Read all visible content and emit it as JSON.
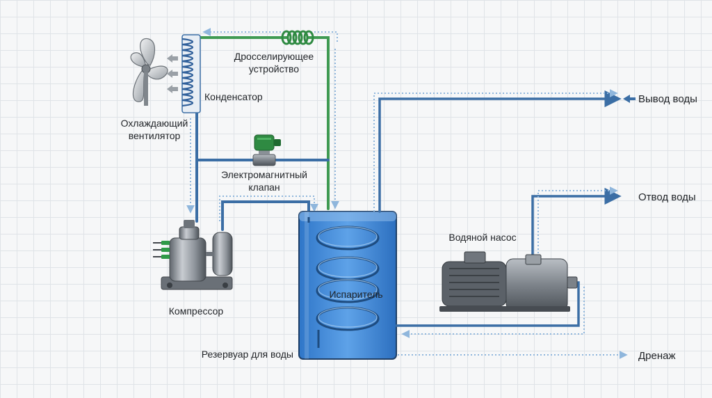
{
  "diagram": {
    "labels": {
      "throttle": [
        "Дросселирующее",
        "устройство"
      ],
      "condenser": "Конденсатор",
      "fan": [
        "Охлаждающий",
        "вентилятор"
      ],
      "solenoid": [
        "Электромагнитный",
        "клапан"
      ],
      "compressor": "Компрессор",
      "evaporator": "Испаритель",
      "tank": "Резервуар для воды",
      "pump": "Водяной насос",
      "water_out": "Вывод воды",
      "water_discharge": "Отвод воды",
      "drain": "Дренаж"
    },
    "colors": {
      "refrigerant_line": "#3b6ea5",
      "throttle_line": "#3f9a52",
      "flow_arrow": "#8fb6dc",
      "tank_water": "#3f8ad8",
      "evaporator_coil": "#2f5f9a",
      "machine_gray": "#8a9097"
    }
  }
}
